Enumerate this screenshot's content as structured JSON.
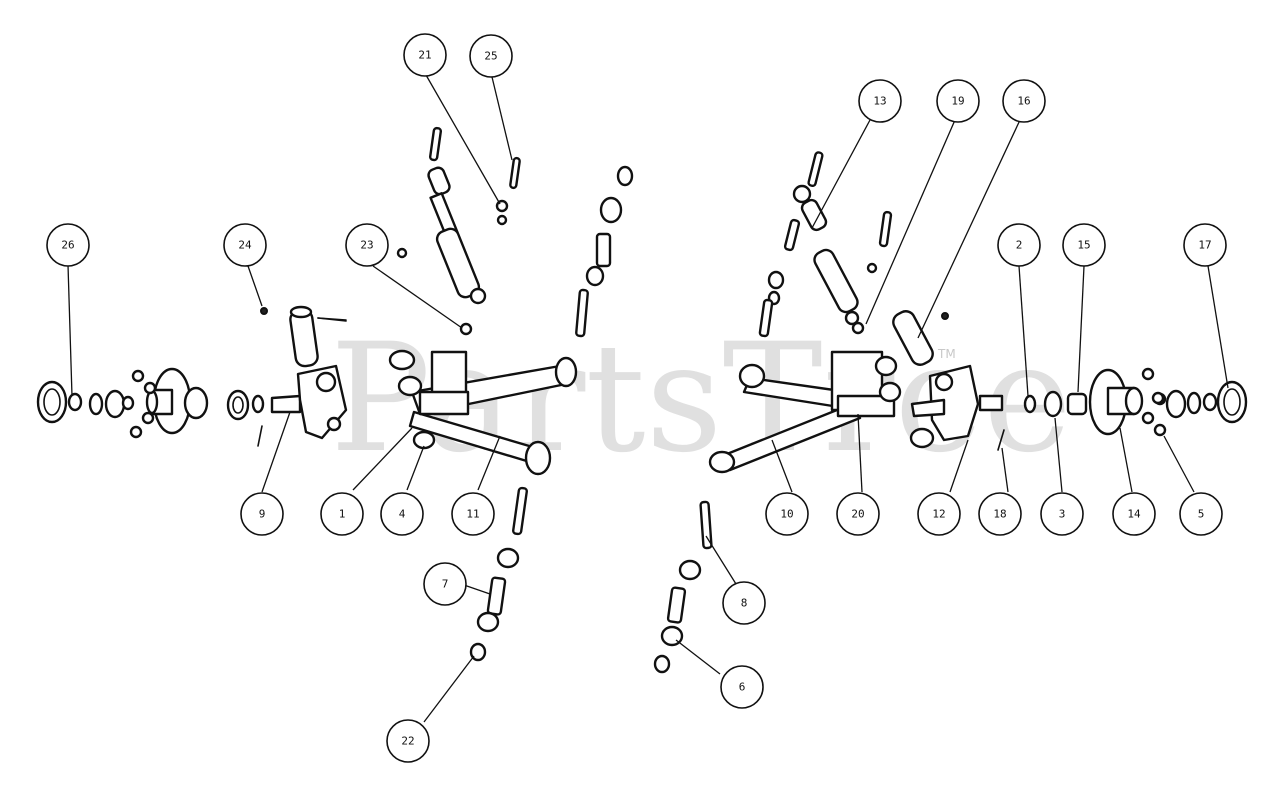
{
  "watermark": {
    "text": "PartsTree",
    "mark": "TM"
  },
  "callouts": [
    {
      "label": "21"
    },
    {
      "label": "25"
    },
    {
      "label": "13"
    },
    {
      "label": "19"
    },
    {
      "label": "16"
    },
    {
      "label": "26"
    },
    {
      "label": "24"
    },
    {
      "label": "23"
    },
    {
      "label": "2"
    },
    {
      "label": "15"
    },
    {
      "label": "17"
    },
    {
      "label": "9"
    },
    {
      "label": "1"
    },
    {
      "label": "4"
    },
    {
      "label": "11"
    },
    {
      "label": "10"
    },
    {
      "label": "20"
    },
    {
      "label": "12"
    },
    {
      "label": "18"
    },
    {
      "label": "3"
    },
    {
      "label": "14"
    },
    {
      "label": "5"
    },
    {
      "label": "7"
    },
    {
      "label": "8"
    },
    {
      "label": "6"
    },
    {
      "label": "22"
    }
  ]
}
